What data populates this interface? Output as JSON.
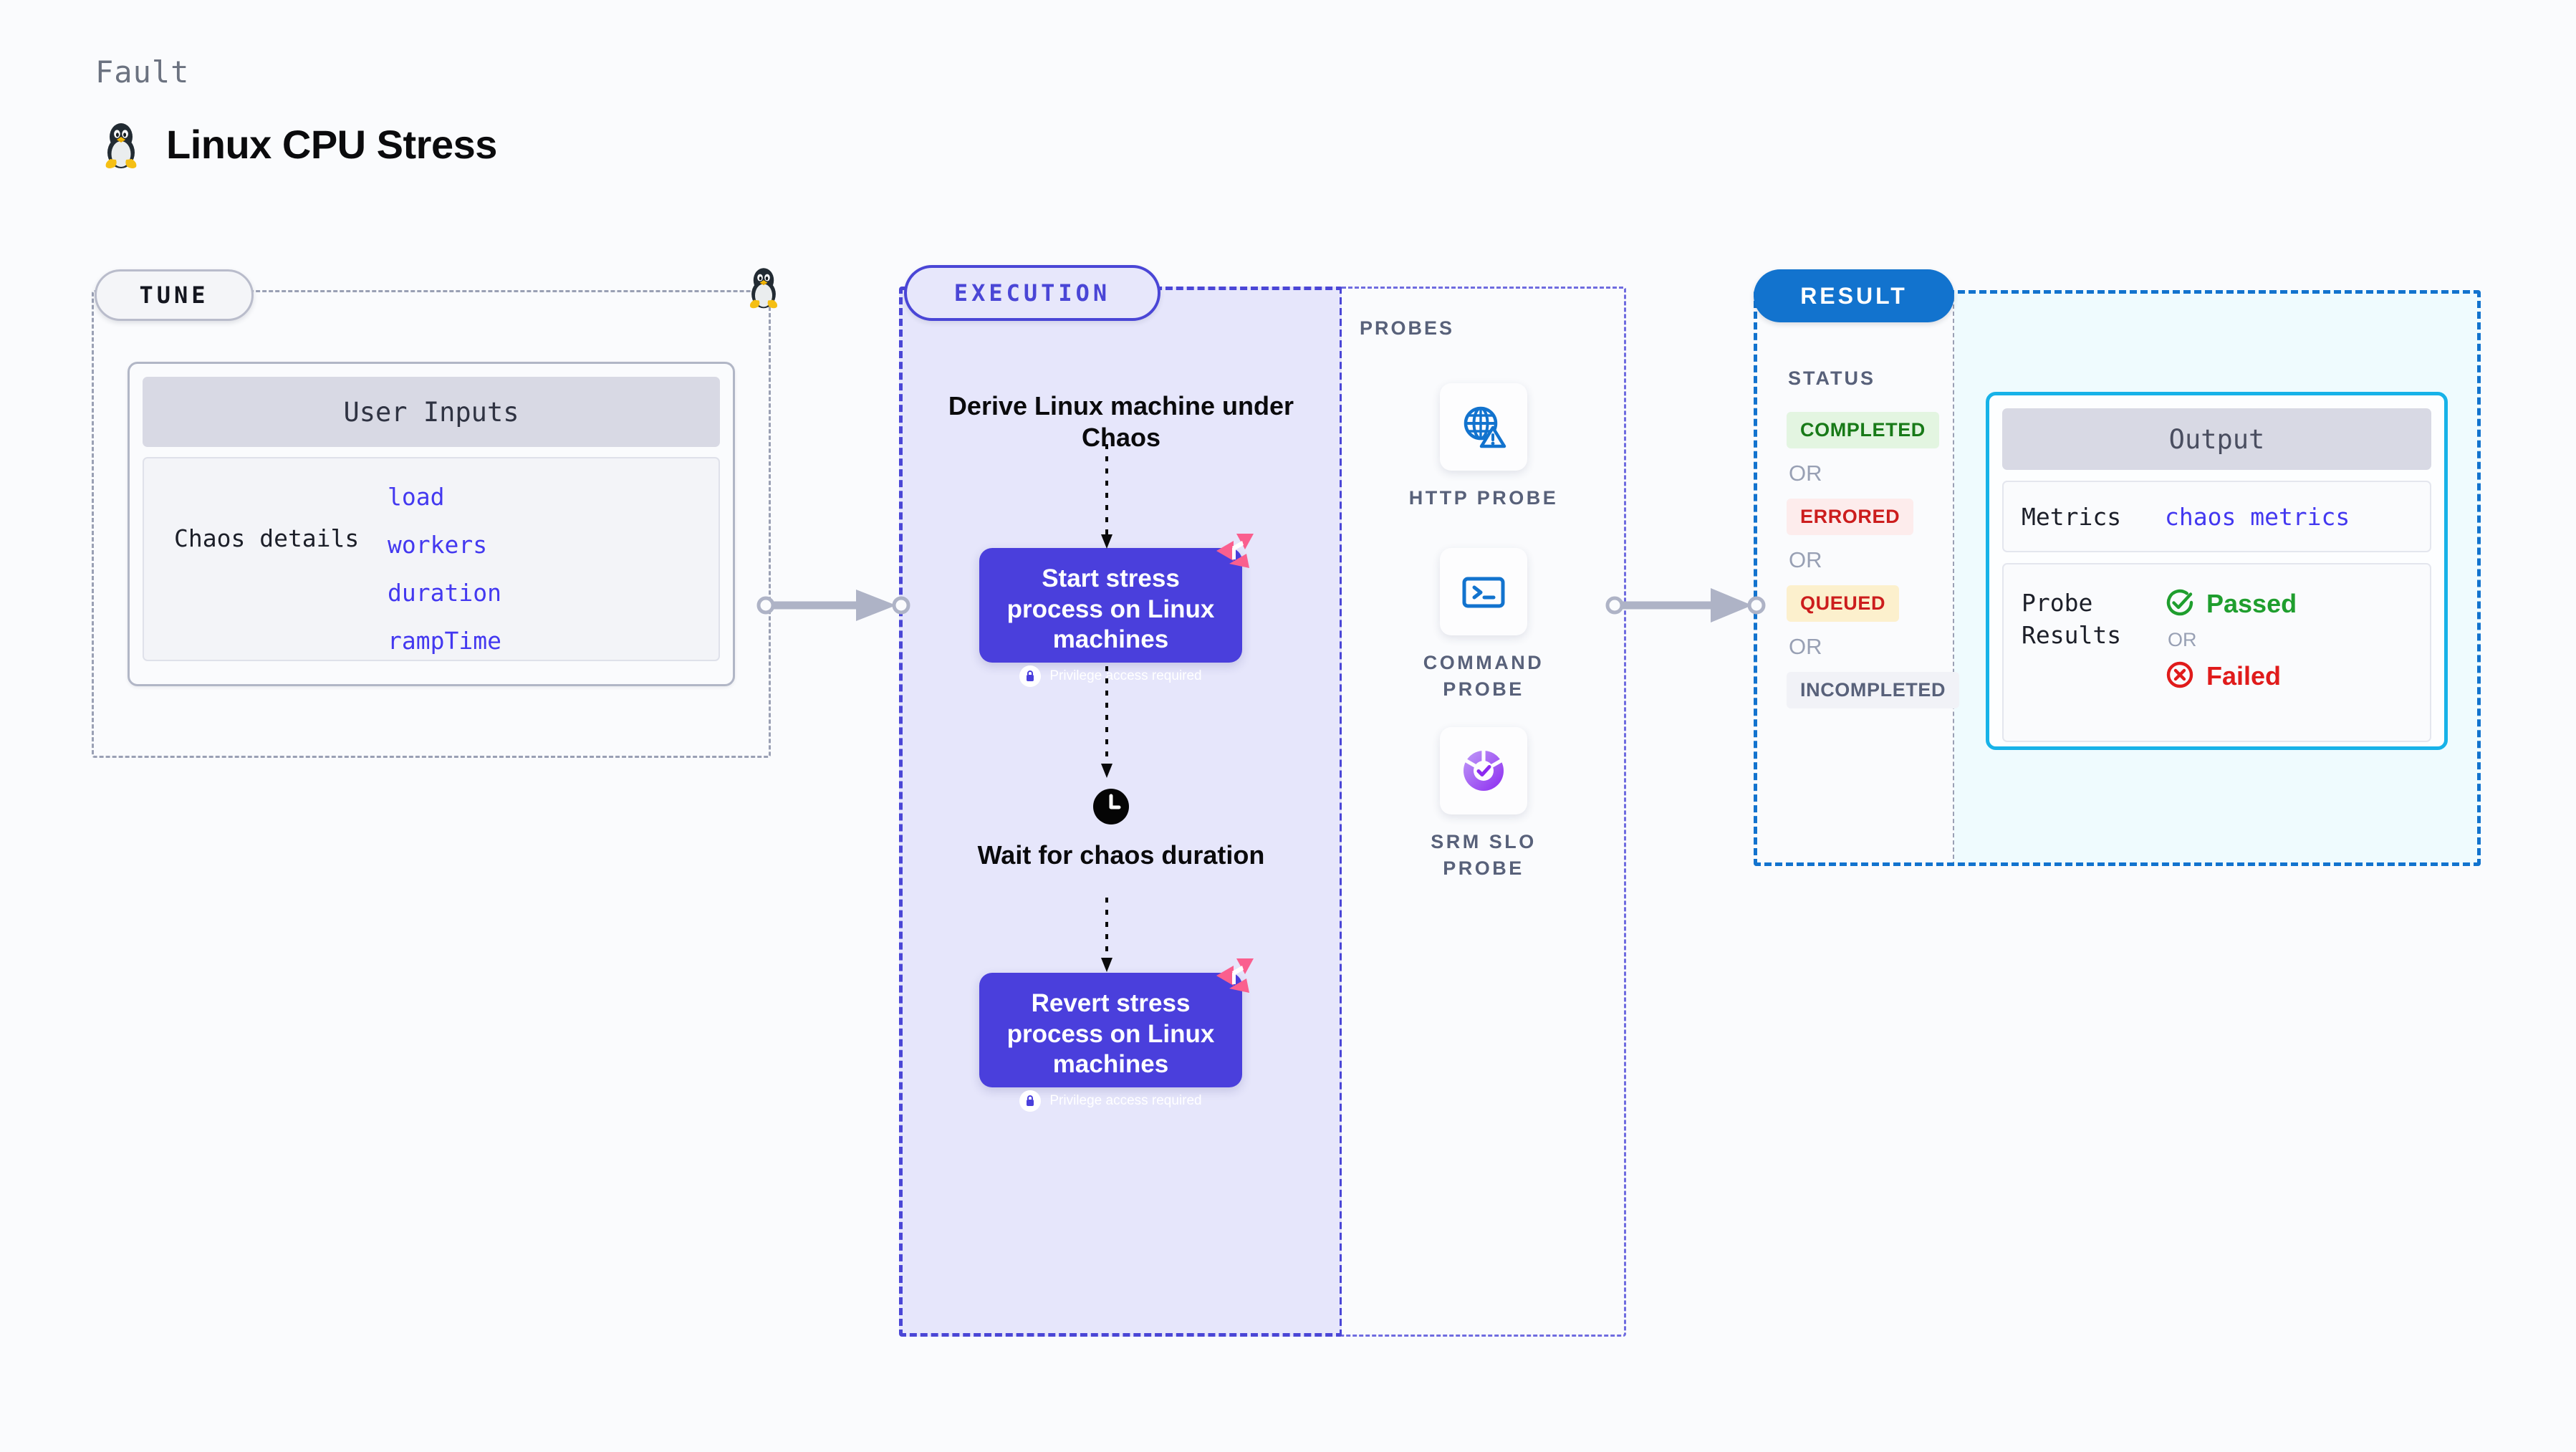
{
  "header": {
    "eyebrow": "Fault",
    "title": "Linux CPU Stress",
    "icon": "linux-penguin-icon"
  },
  "tune": {
    "tab_label": "TUNE",
    "corner_icon": "linux-penguin-icon",
    "card": {
      "header": "User Inputs",
      "row_label": "Chaos details",
      "params": [
        "load",
        "workers",
        "duration",
        "rampTime"
      ]
    }
  },
  "execution": {
    "tab_label": "EXECUTION",
    "derive_text": "Derive Linux machine under Chaos",
    "nodes": [
      {
        "title": "Start stress process on Linux machines",
        "privilege_note": "Privilege access required",
        "badge_icon": "harness-logo-icon",
        "lock_icon": "lock-icon"
      },
      {
        "title": "Revert stress process on Linux machines",
        "privilege_note": "Privilege access required",
        "badge_icon": "harness-logo-icon",
        "lock_icon": "lock-icon"
      }
    ],
    "wait": {
      "icon": "clock-icon",
      "text": "Wait for chaos duration"
    }
  },
  "probes": {
    "section_label": "PROBES",
    "items": [
      {
        "label": "HTTP PROBE",
        "icon": "globe-warning-icon"
      },
      {
        "label": "COMMAND PROBE",
        "icon": "terminal-prompt-icon"
      },
      {
        "label": "SRM SLO PROBE",
        "icon": "slo-check-donut-icon"
      }
    ]
  },
  "result": {
    "tab_label": "RESULT",
    "status_label": "STATUS",
    "or_label": "OR",
    "statuses": [
      {
        "text": "COMPLETED",
        "fg": "#187a18",
        "bg": "#e3f5e1"
      },
      {
        "text": "ERRORED",
        "fg": "#cc1d1d",
        "bg": "#fdecec"
      },
      {
        "text": "QUEUED",
        "fg": "#cc1d1d",
        "bg": "#fcf0cd"
      },
      {
        "text": "INCOMPLETED",
        "fg": "#58617a",
        "bg": "#f1f2f7"
      }
    ],
    "output": {
      "header": "Output",
      "metrics_key": "Metrics",
      "metrics_value": "chaos metrics",
      "probe_results_key": "Probe Results",
      "passed_text": "Passed",
      "passed_icon": "check-circle-icon",
      "failed_text": "Failed",
      "failed_icon": "x-circle-icon",
      "or_label": "OR"
    }
  },
  "connectors": [
    {
      "name": "tune-to-execution",
      "icon": "arrow-right-icon"
    },
    {
      "name": "probes-to-result",
      "icon": "arrow-right-icon"
    }
  ],
  "colors": {
    "accent_purple": "#4a46d6",
    "node_purple": "#4a3fdc",
    "result_blue": "#1273ce",
    "output_cyan": "#17b2e8",
    "harness_pink": "#fa5f8e",
    "param_blue": "#4338f0"
  }
}
